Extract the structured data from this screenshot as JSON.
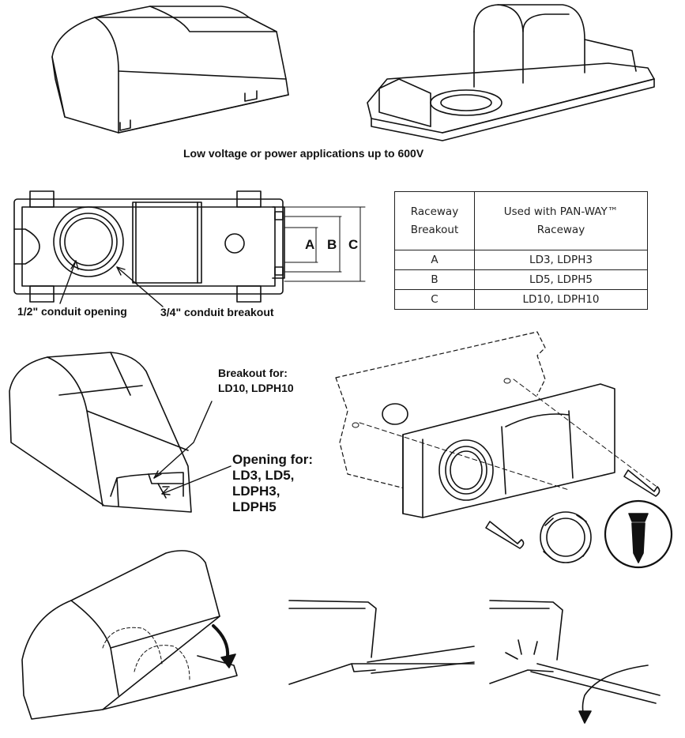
{
  "caption": "Low voltage or power applications up to 600V",
  "dimensions": {
    "a": "A",
    "b": "B",
    "c": "C"
  },
  "callouts": {
    "half_inch": "1/2\" conduit opening",
    "three_quarter": "3/4\" conduit breakout"
  },
  "breakout": {
    "line1": "Breakout for:",
    "line2": "LD10, LDPH10"
  },
  "opening": {
    "line1": "Opening for:",
    "line2": "LD3, LD5,",
    "line3": "LDPH3,",
    "line4": "LDPH5"
  },
  "table": {
    "header": {
      "col1_line1": "Raceway",
      "col1_line2": "Breakout",
      "col2_line1": "Used with PAN-WAY™",
      "col2_line2": "Raceway"
    },
    "rows": [
      {
        "breakout": "A",
        "raceway": "LD3, LDPH3"
      },
      {
        "breakout": "B",
        "raceway": "LD5, LDPH5"
      },
      {
        "breakout": "C",
        "raceway": "LD10, LDPH10"
      }
    ]
  }
}
